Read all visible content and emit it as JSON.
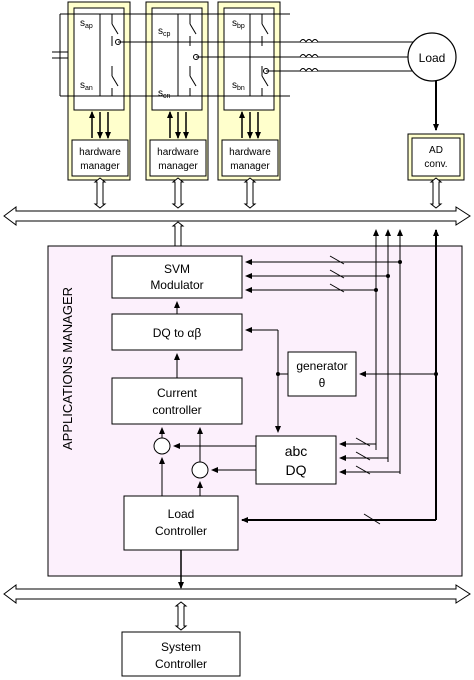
{
  "legs": [
    {
      "top": "s_ap",
      "bottom": "s_an"
    },
    {
      "top": "s_cp",
      "bottom": "s_cn"
    },
    {
      "top": "s_bp",
      "bottom": "s_bn"
    }
  ],
  "switch_sub": {
    "ap": "ap",
    "an": "an",
    "cp": "cp",
    "cn": "cn",
    "bp": "bp",
    "bn": "bn"
  },
  "hw_manager": {
    "line1": "hardware",
    "line2": "manager"
  },
  "load_label": "Load",
  "ad_conv": {
    "line1": "AD",
    "line2": "conv."
  },
  "app_manager_label": "APPLICATIONS MANAGER",
  "svm": {
    "line1": "SVM",
    "line2": "Modulator"
  },
  "dq_to_ab": "DQ to αβ",
  "current_controller": {
    "line1": "Current",
    "line2": "controller"
  },
  "generator": {
    "line1": "generator",
    "line2": "θ"
  },
  "abc_dq": {
    "line1": "abc",
    "line2": "DQ"
  },
  "load_controller": {
    "line1": "Load",
    "line2": "Controller"
  },
  "system_controller": {
    "line1": "System",
    "line2": "Controller"
  },
  "colors": {
    "hw_fill": "#ffffcc",
    "app_fill": "#fcf0fc",
    "ad_fill": "#ffffcc",
    "line": "#000000"
  }
}
